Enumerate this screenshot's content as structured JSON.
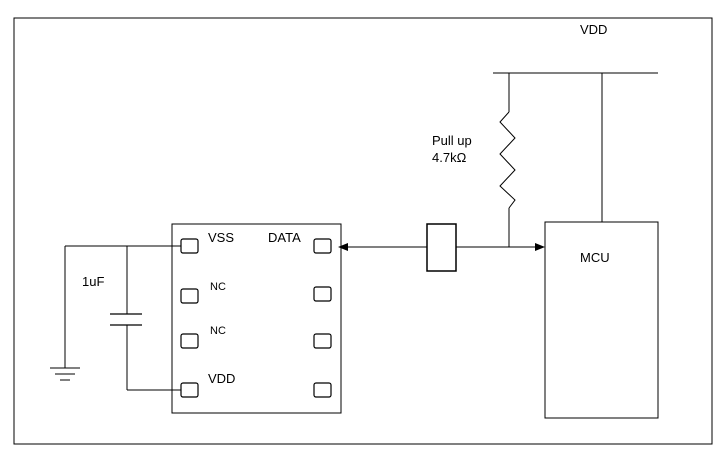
{
  "labels": {
    "vdd_rail": "VDD",
    "pullup_line1": "Pull up",
    "pullup_line2": "4.7kΩ",
    "capacitor": "1uF",
    "mcu": "MCU"
  },
  "sensor": {
    "pins_left": [
      "VSS",
      "NC",
      "NC",
      "VDD"
    ],
    "pin_right": "DATA"
  }
}
